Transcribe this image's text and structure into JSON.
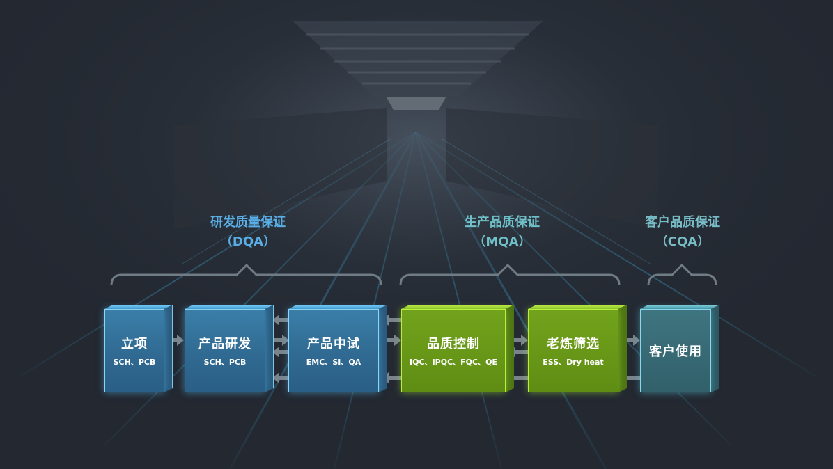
{
  "sections": [
    {
      "title": "研发质量保证",
      "abbr": "（DQA）"
    },
    {
      "title": "生产品质保证",
      "abbr": "（MQA）"
    },
    {
      "title": "客户品质保证",
      "abbr": "（CQA）"
    }
  ],
  "boxes": [
    {
      "name": "立项",
      "sub": "SCH、PCB"
    },
    {
      "name": "产品研发",
      "sub": "SCH、PCB"
    },
    {
      "name": "产品中试",
      "sub": "EMC、SI、QA"
    },
    {
      "name": "品质控制",
      "sub": "IQC、IPQC、FQC、QE"
    },
    {
      "name": "老炼筛选",
      "sub": "ESS、Dry heat"
    },
    {
      "name": "客户使用",
      "sub": ""
    }
  ],
  "colors": {
    "background": "#232831",
    "dqa_title": "#59aee6",
    "mqa_title": "#6fc0c8",
    "blue_box": "#2f6890",
    "green_box": "#5f8d14",
    "teal_box": "#31606a",
    "brace": "#6f7b85",
    "arrow": "#7a848c"
  }
}
